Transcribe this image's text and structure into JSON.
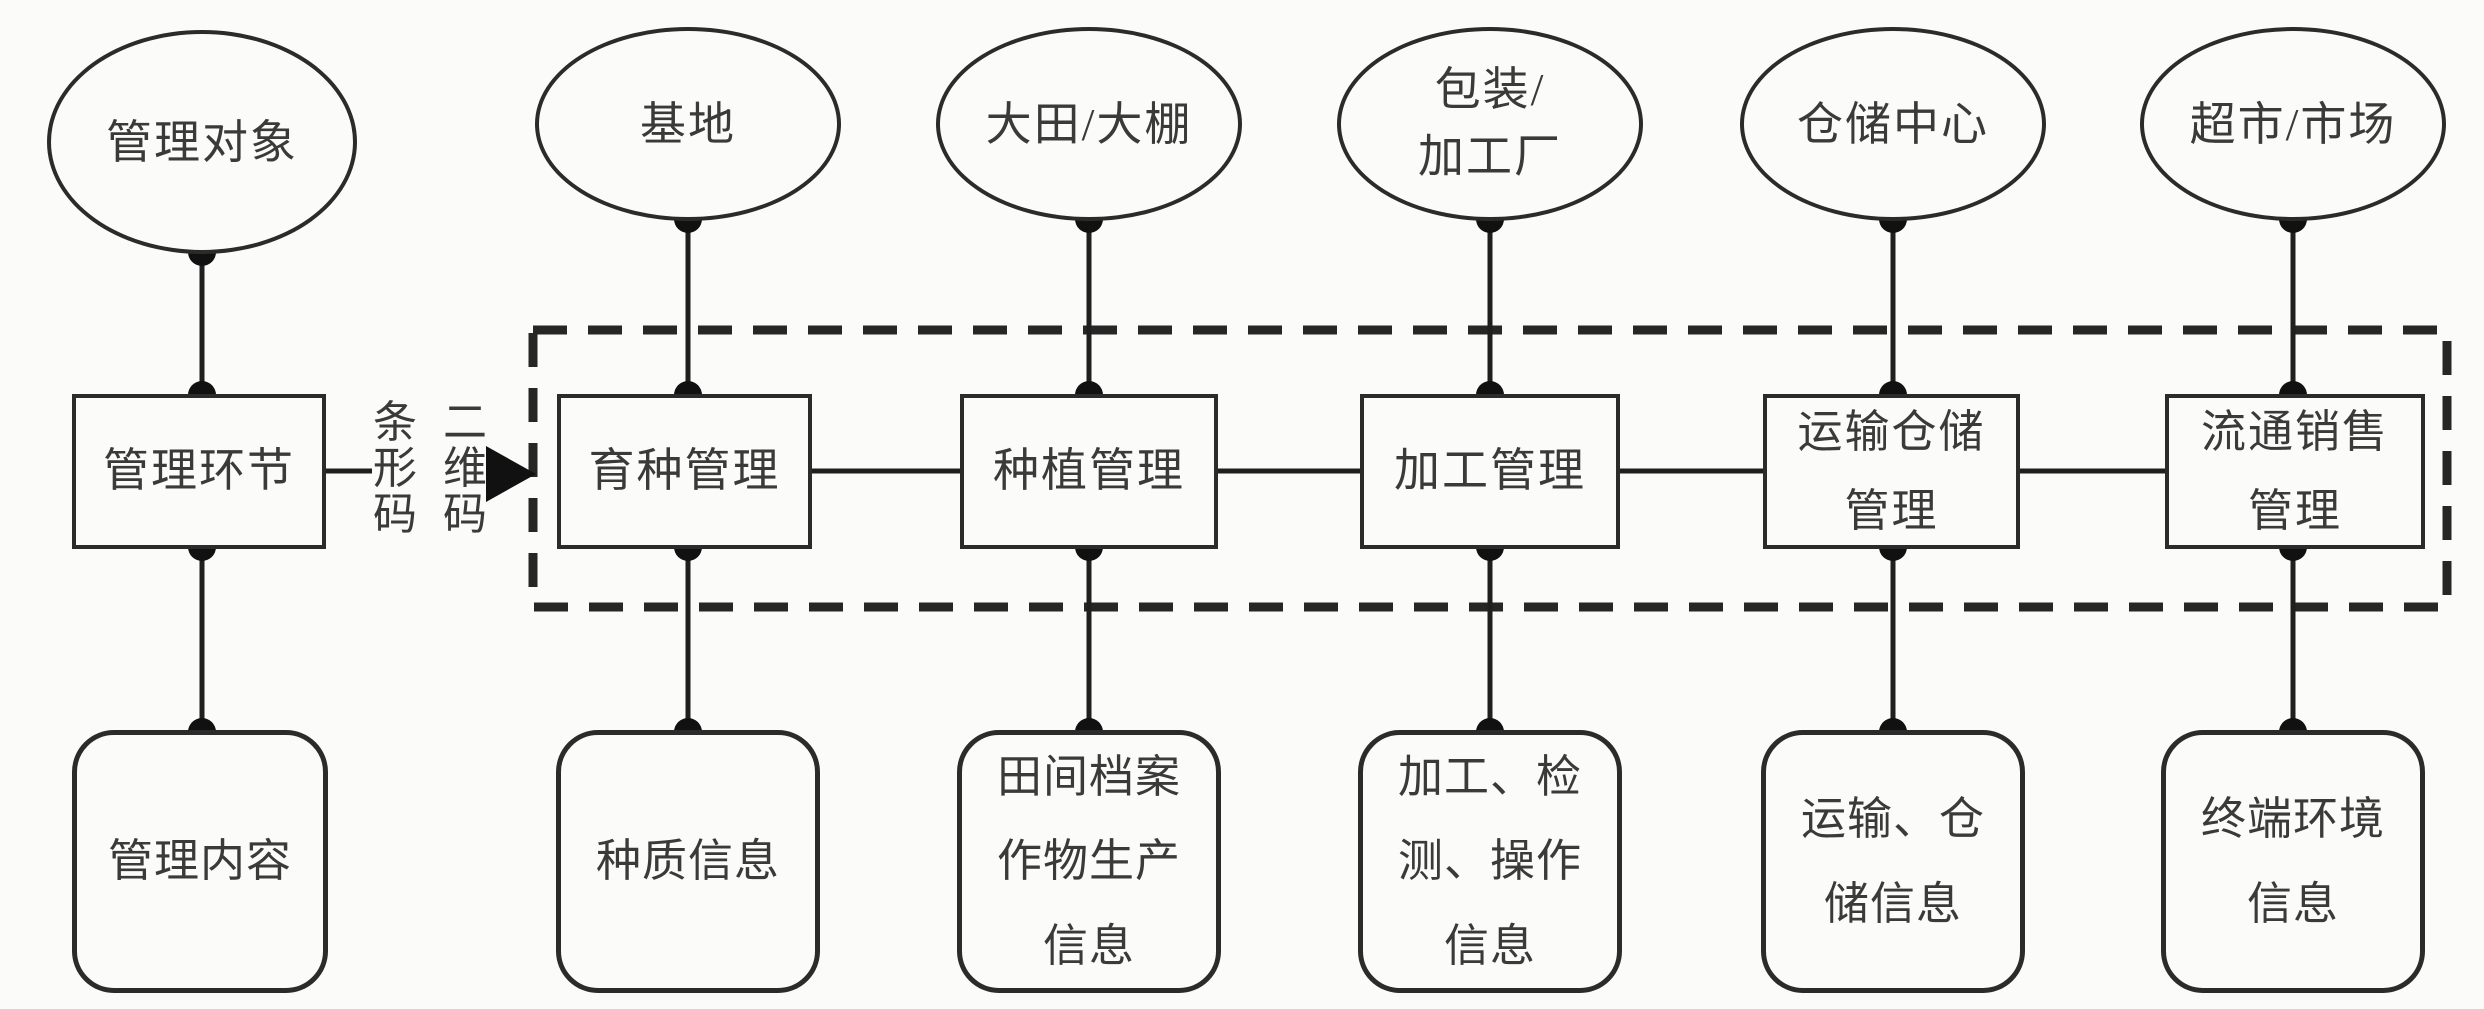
{
  "colors": {
    "ink": "#262626",
    "line": "#1f1f1f",
    "text": "#3a3a3a",
    "paper": "#fbfbf9"
  },
  "columns": [
    {
      "object": "管理对象",
      "stage": "管理环节",
      "content": "管理内容"
    },
    {
      "object": "基地",
      "stage": "育种管理",
      "content": "种质信息"
    },
    {
      "object": "大田/大棚",
      "stage": "种植管理",
      "content": "田间档案\n作物生产\n信息"
    },
    {
      "object": "包装/\n加工厂",
      "stage": "加工管理",
      "content": "加工、检\n测、操作\n信息"
    },
    {
      "object": "仓储中心",
      "stage": "运输仓储\n管理",
      "content": "运输、仓\n储信息"
    },
    {
      "object": "超市/市场",
      "stage": "流通销售\n管理",
      "content": "终端环境\n信息"
    }
  ],
  "codes": {
    "barcode": "条形码",
    "qrcode": "二维码"
  }
}
